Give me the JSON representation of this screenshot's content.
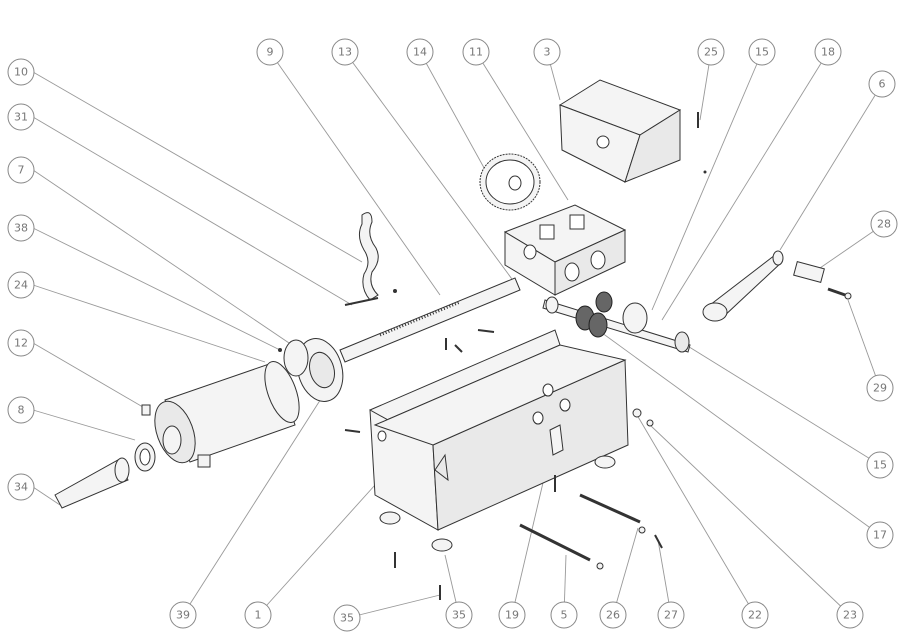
{
  "callouts": {
    "c10": "10",
    "c31": "31",
    "c7": "7",
    "c38": "38",
    "c24": "24",
    "c12": "12",
    "c8": "8",
    "c34": "34",
    "c9": "9",
    "c13": "13",
    "c14": "14",
    "c11": "11",
    "c3": "3",
    "c25": "25",
    "c15a": "15",
    "c18": "18",
    "c6": "6",
    "c28": "28",
    "c29": "29",
    "c15b": "15",
    "c17": "17",
    "c23": "23",
    "c22": "22",
    "c27": "27",
    "c26": "26",
    "c5": "5",
    "c19": "19",
    "c35a": "35",
    "c35b": "35",
    "c1": "1",
    "c39": "39"
  },
  "colors": {
    "line": "#333333",
    "leader": "#999999",
    "callout_text": "#777777"
  }
}
